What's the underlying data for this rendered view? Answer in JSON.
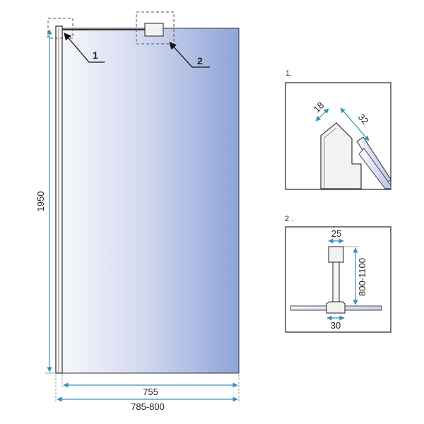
{
  "main": {
    "height_dim": "1950",
    "width_inner_dim": "755",
    "width_outer_dim": "785-800",
    "callout_1": "1",
    "callout_2": "2"
  },
  "detail_1": {
    "label": "1.",
    "dim_a": "18",
    "dim_b": "32"
  },
  "detail_2": {
    "label": "2 .",
    "dim_top": "25",
    "dim_side": "800-1100",
    "dim_bottom": "30"
  },
  "colors": {
    "glass_light": "#f4f6fb",
    "glass_dark": "#8fa2d6",
    "dimension_line": "#3b8fb3",
    "outline": "#222222",
    "callout_box": "#555555"
  }
}
